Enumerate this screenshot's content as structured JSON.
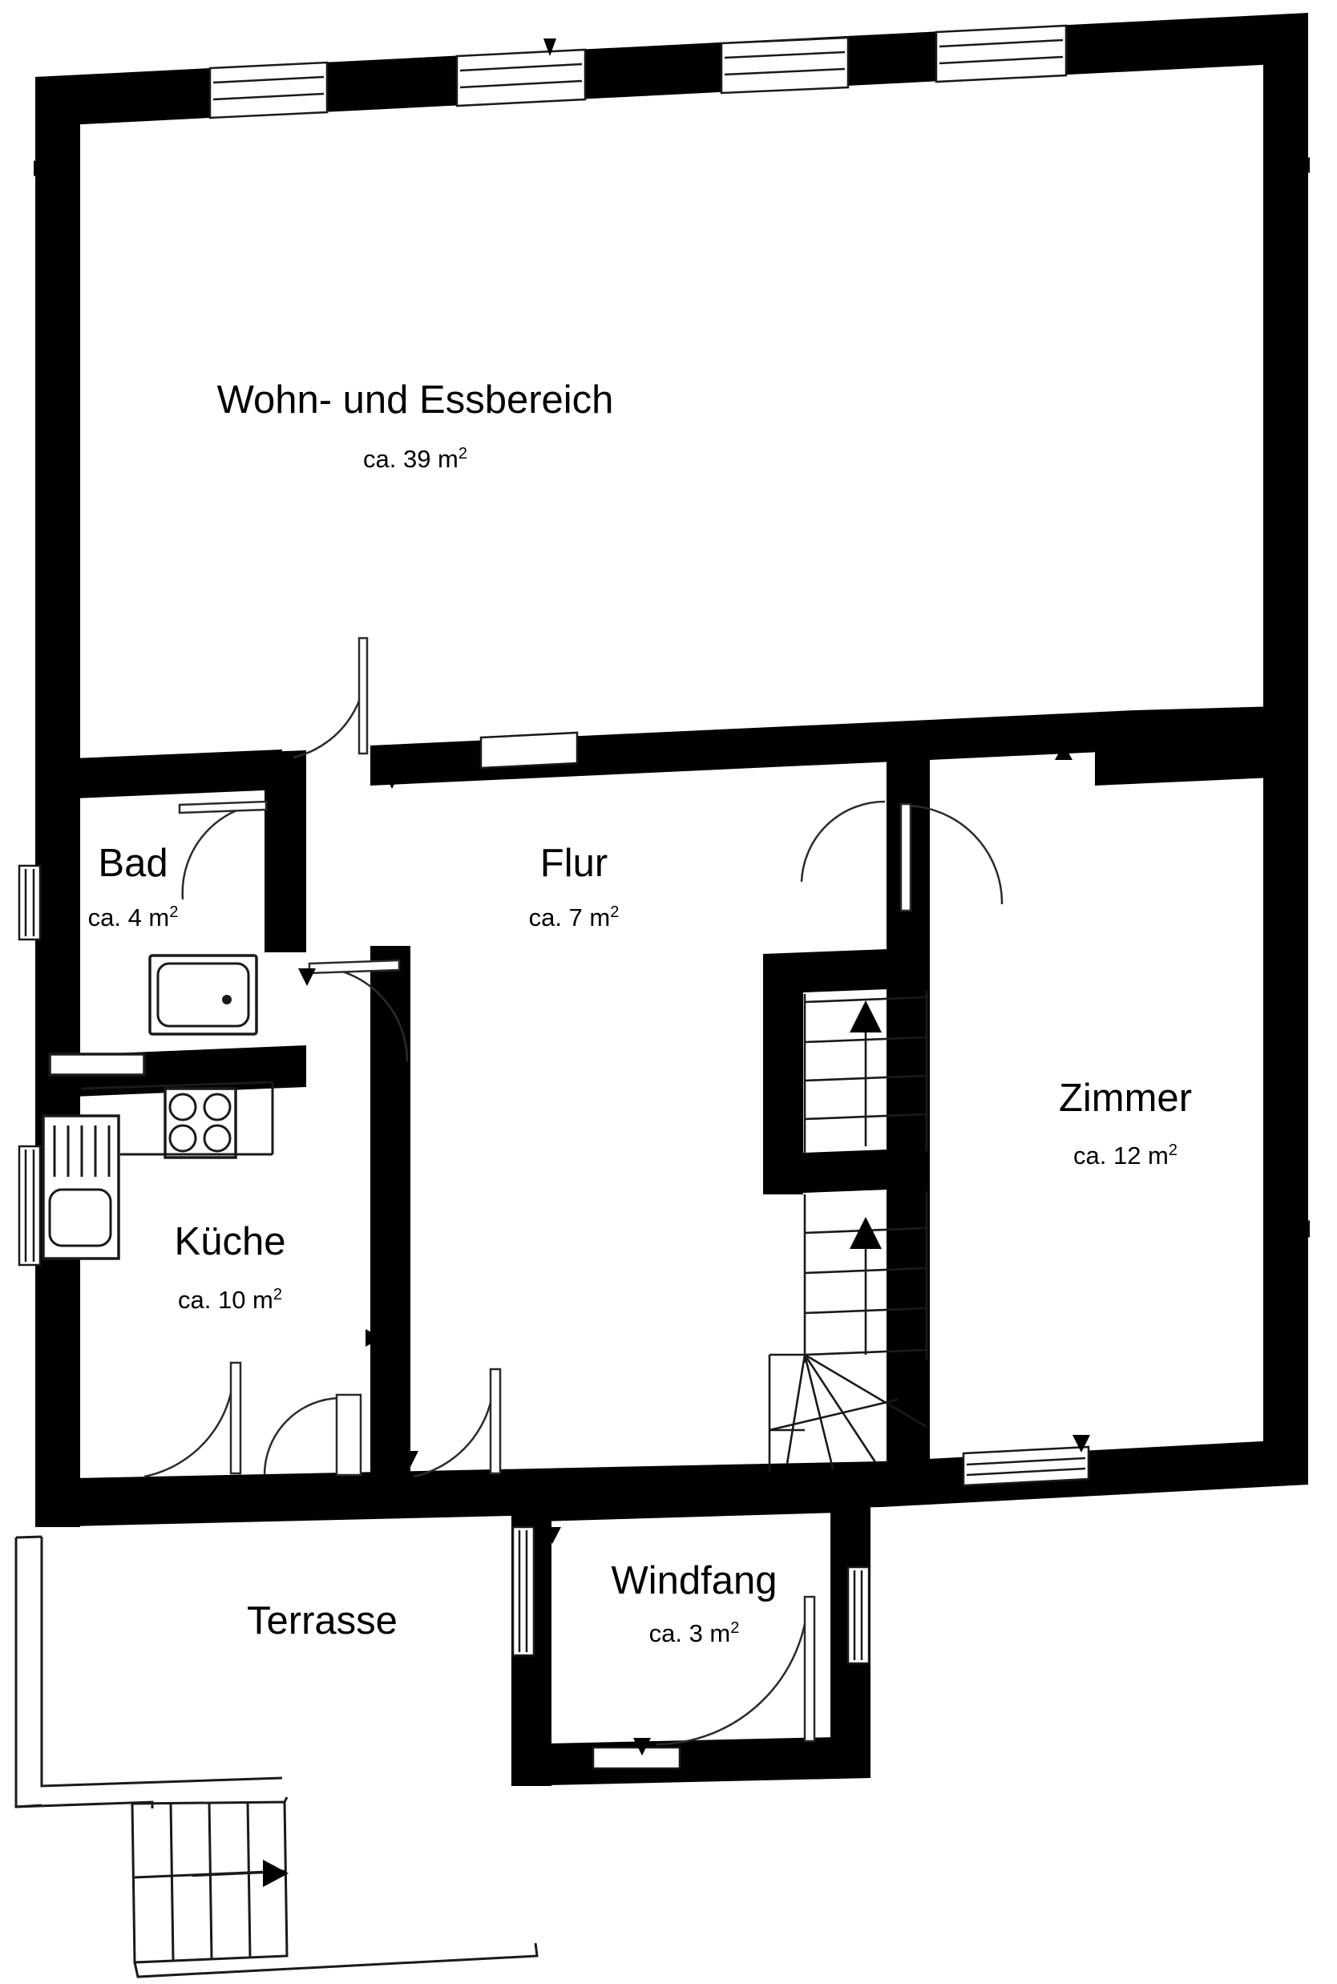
{
  "plan": {
    "type": "floor-plan",
    "style": "black-and-white architectural floor plan, ground floor",
    "unit": "m2",
    "area_prefix": "ca.",
    "colors": {
      "wall": "#000000",
      "background": "#ffffff",
      "line": "#1a1a1a",
      "text": "#000000"
    }
  },
  "rooms": [
    {
      "id": "wohn-essbereich",
      "name": "Wohn- und Essbereich",
      "area_label": "ca. 39 m",
      "area_unit_sup": "2",
      "area_value": 39
    },
    {
      "id": "bad",
      "name": "Bad",
      "area_label": "ca. 4 m",
      "area_unit_sup": "2",
      "area_value": 4
    },
    {
      "id": "flur",
      "name": "Flur",
      "area_label": "ca. 7 m",
      "area_unit_sup": "2",
      "area_value": 7
    },
    {
      "id": "zimmer",
      "name": "Zimmer",
      "area_label": "ca. 12 m",
      "area_unit_sup": "2",
      "area_value": 12
    },
    {
      "id": "kueche",
      "name": "Küche",
      "area_label": "ca. 10 m",
      "area_unit_sup": "2",
      "area_value": 10
    },
    {
      "id": "windfang",
      "name": "Windfang",
      "area_label": "ca. 3 m",
      "area_unit_sup": "2",
      "area_value": 3
    },
    {
      "id": "terrasse",
      "name": "Terrasse",
      "area_label": "",
      "area_unit_sup": "",
      "area_value": null
    }
  ],
  "fixtures": [
    {
      "id": "bathtub",
      "name": "bathtub",
      "room": "bad"
    },
    {
      "id": "sink",
      "name": "kitchen-sink",
      "room": "kueche"
    },
    {
      "id": "stove",
      "name": "stove-4-burner",
      "room": "kueche",
      "burners": 4
    },
    {
      "id": "stairs-interior",
      "name": "interior-staircase",
      "room": "flur",
      "direction": "up"
    },
    {
      "id": "stairs-terrace",
      "name": "terrace-steps",
      "room": "terrasse",
      "direction": "right"
    }
  ]
}
